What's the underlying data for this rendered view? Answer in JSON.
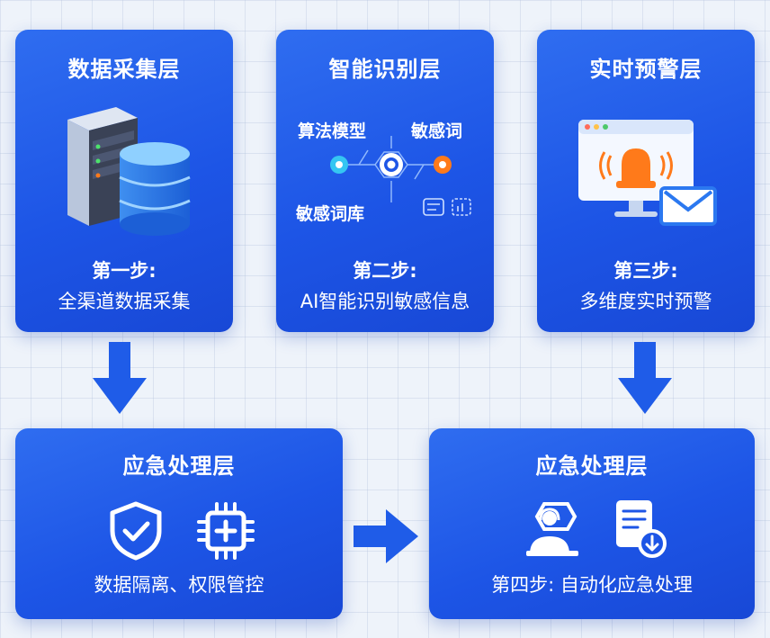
{
  "cards": {
    "collect": {
      "title": "数据采集层",
      "step": "第一步:",
      "desc": "全渠道数据采集"
    },
    "identify": {
      "title": "智能识别层",
      "step": "第二步:",
      "desc": "AI智能识别敏感信息",
      "labels": {
        "model": "算法模型",
        "word": "敏感词",
        "lib": "敏感词库"
      }
    },
    "alert": {
      "title": "实时预警层",
      "step": "第三步:",
      "desc": "多维度实时预警"
    },
    "emergency_left": {
      "title": "应急处理层",
      "desc": "数据隔离、权限管控"
    },
    "emergency_right": {
      "title": "应急处理层",
      "desc": "第四步: 自动化应急处理"
    }
  },
  "icons": {
    "server": "server-icon",
    "database": "database-icon",
    "ai_network": "ai-network-icon",
    "alarm": "alarm-monitor-icon",
    "mail": "mail-icon",
    "shield": "shield-check-icon",
    "chip": "chip-icon",
    "support": "support-agent-icon",
    "document": "document-download-icon",
    "arrow": "arrow-icon"
  },
  "colors": {
    "card": "#1d55e6",
    "arrow": "#1f5ce8",
    "orange": "#ff7a1a",
    "cyan": "#35c6f2",
    "background": "#eef3fa"
  }
}
